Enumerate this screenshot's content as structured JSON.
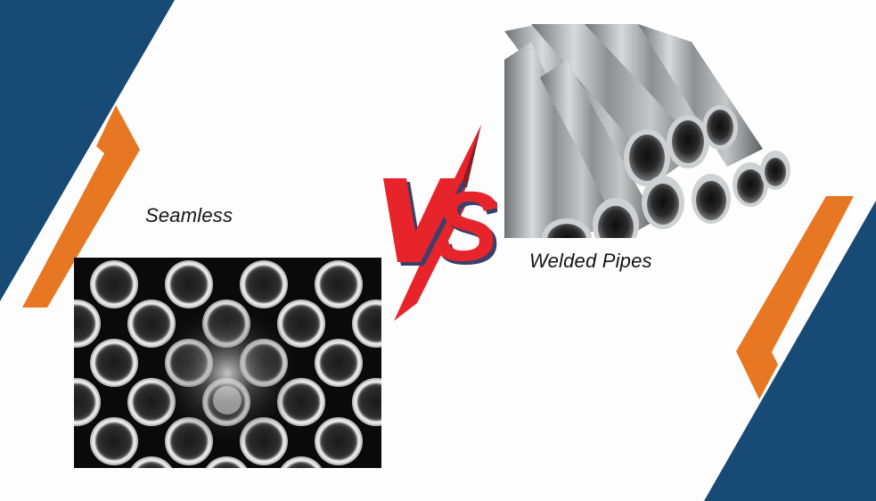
{
  "left": {
    "label": "Seamless",
    "image_alt": "Seamless pipes (end-on view of stacked steel pipes)"
  },
  "right": {
    "label": "Welded Pipes",
    "image_alt": "Welded pipes (stack of polished stainless steel pipes)"
  },
  "center": {
    "badge_text": "VS"
  },
  "colors": {
    "navy": "#174a74",
    "orange": "#e77722",
    "vs_red": "#e8242b",
    "vs_shadow": "#3a3f6b",
    "background": "#fdfdfd"
  }
}
